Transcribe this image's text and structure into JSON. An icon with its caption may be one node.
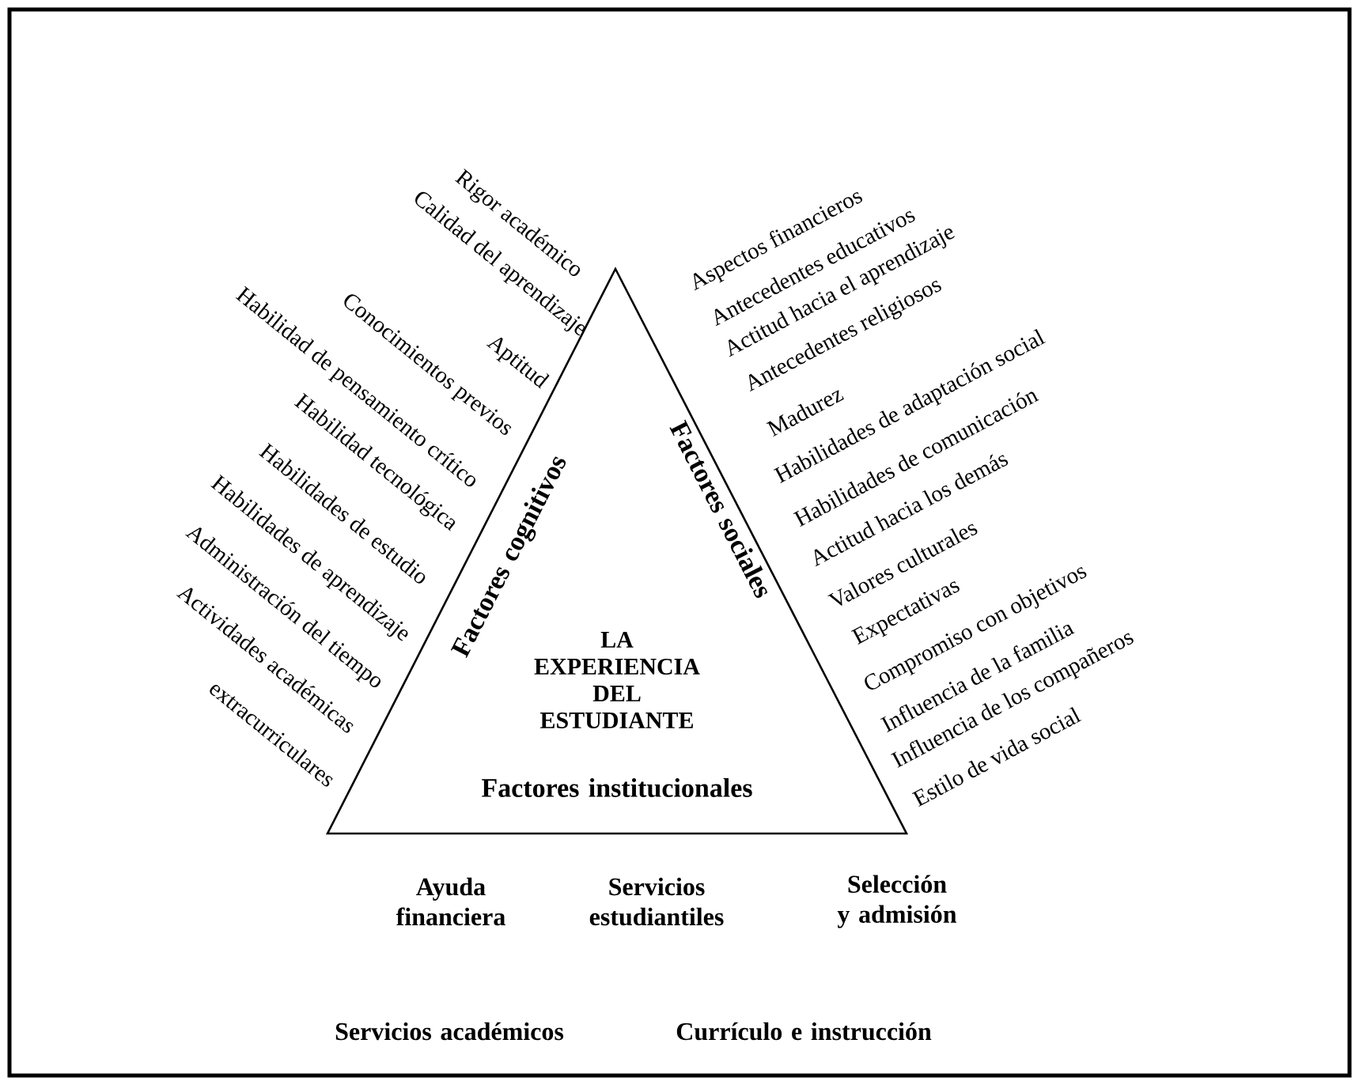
{
  "diagram": {
    "nodes": [
      {
        "text": [
          "LA EXPERIENCIA DEL ESTUDIANTE",
          "Factores institucionales",
          "Factores cognitivos",
          "Factores sociales"
        ]
      }
    ],
    "labels": [
      "Rigor académico",
      "Calidad del aprendizaje",
      "Aptitud",
      "Conocimientos previos",
      "Habilidad de pensamiento crítico",
      "Habilidad tecnológica",
      "Habilidades de estudio",
      "Habilidades de aprendizaje",
      "Administración del tiempo",
      "Actividades académicas",
      "extracurriculares",
      "Aspectos financieros",
      "Antecedentes educativos",
      "Actitud hacia el aprendizaje",
      "Antecedentes religiosos",
      "Madurez",
      "Habilidades de adaptación social",
      "Habilidades de comunicación",
      "Actitud hacia los demás",
      "Valores culturales",
      "Expectativas",
      "Compromiso con objetivos",
      "Influencia de la familia",
      "Influencia de los compañeros",
      "Estilo de vida social",
      "Ayuda financiera",
      "Servicios estudiantiles",
      "Selección y admisión",
      "Servicios académicos",
      "Currículo e instrucción"
    ]
  }
}
